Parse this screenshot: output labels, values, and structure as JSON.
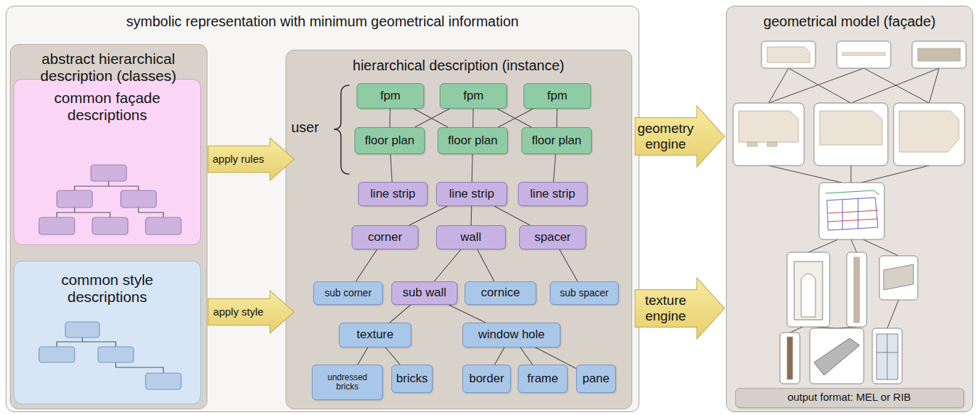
{
  "diagram": {
    "nodes": [
      {
        "text": [
          "symbolic representation with minimum geometrical information"
        ]
      },
      {
        "text": [
          "abstract hierarchical description (classes)"
        ],
        "in": 0
      },
      {
        "text": [
          "common façade descriptions"
        ],
        "in": 1
      },
      {
        "text": [
          "common style descriptions"
        ],
        "in": 1
      },
      {
        "text": [
          "apply rules"
        ],
        "in": 0
      },
      {
        "text": [
          "apply style"
        ],
        "in": 0
      },
      {
        "text": [
          "hierarchical description (instance)"
        ],
        "in": 0
      },
      {
        "text": [
          "fpm"
        ],
        "in": 6
      },
      {
        "text": [
          "fpm"
        ],
        "in": 6
      },
      {
        "text": [
          "fpm"
        ],
        "in": 6
      },
      {
        "text": [
          "floor plan"
        ],
        "in": 6
      },
      {
        "text": [
          "floor plan"
        ],
        "in": 6
      },
      {
        "text": [
          "floor plan"
        ],
        "in": 6
      },
      {
        "text": [
          "line strip"
        ],
        "in": 6
      },
      {
        "text": [
          "line strip"
        ],
        "in": 6
      },
      {
        "text": [
          "line strip"
        ],
        "in": 6
      },
      {
        "text": [
          "corner"
        ],
        "in": 6
      },
      {
        "text": [
          "wall"
        ],
        "in": 6
      },
      {
        "text": [
          "spacer"
        ],
        "in": 6
      },
      {
        "text": [
          "sub corner"
        ],
        "in": 6
      },
      {
        "text": [
          "sub wall"
        ],
        "in": 6
      },
      {
        "text": [
          "cornice"
        ],
        "in": 6
      },
      {
        "text": [
          "sub spacer"
        ],
        "in": 6
      },
      {
        "text": [
          "texture"
        ],
        "in": 6
      },
      {
        "text": [
          "window hole"
        ],
        "in": 6
      },
      {
        "text": [
          "undressed bricks"
        ],
        "in": 6
      },
      {
        "text": [
          "bricks"
        ],
        "in": 6
      },
      {
        "text": [
          "border"
        ],
        "in": 6
      },
      {
        "text": [
          "frame"
        ],
        "in": 6
      },
      {
        "text": [
          "pane"
        ],
        "in": 6
      },
      {
        "text": [
          "geometry engine"
        ]
      },
      {
        "text": [
          "texture engine"
        ]
      },
      {
        "text": [
          "geometrical model (façade)"
        ]
      },
      {
        "text": [
          "output format: MEL or RIB"
        ],
        "in": 32
      }
    ],
    "edges": [
      {
        "from": 7,
        "to": 10,
        "arrow": "none"
      },
      {
        "from": 7,
        "to": 11,
        "arrow": "none"
      },
      {
        "from": 8,
        "to": 10,
        "arrow": "none"
      },
      {
        "from": 8,
        "to": 11,
        "arrow": "none"
      },
      {
        "from": 8,
        "to": 12,
        "arrow": "none"
      },
      {
        "from": 9,
        "to": 11,
        "arrow": "none"
      },
      {
        "from": 9,
        "to": 12,
        "arrow": "none"
      },
      {
        "from": 10,
        "to": 13,
        "arrow": "none"
      },
      {
        "from": 11,
        "to": 14,
        "arrow": "none"
      },
      {
        "from": 12,
        "to": 15,
        "arrow": "none"
      },
      {
        "from": 14,
        "to": 16,
        "arrow": "none"
      },
      {
        "from": 14,
        "to": 17,
        "arrow": "none"
      },
      {
        "from": 14,
        "to": 18,
        "arrow": "none"
      },
      {
        "from": 16,
        "to": 19,
        "arrow": "none"
      },
      {
        "from": 17,
        "to": 20,
        "arrow": "none"
      },
      {
        "from": 17,
        "to": 21,
        "arrow": "none"
      },
      {
        "from": 18,
        "to": 22,
        "arrow": "none"
      },
      {
        "from": 20,
        "to": 23,
        "arrow": "none"
      },
      {
        "from": 20,
        "to": 24,
        "arrow": "none"
      },
      {
        "from": 23,
        "to": 25,
        "arrow": "none"
      },
      {
        "from": 23,
        "to": 26,
        "arrow": "none"
      },
      {
        "from": 24,
        "to": 27,
        "arrow": "none"
      },
      {
        "from": 24,
        "to": 28,
        "arrow": "none"
      },
      {
        "from": 24,
        "to": 29,
        "arrow": "none"
      }
    ],
    "labels": [
      "user"
    ]
  }
}
